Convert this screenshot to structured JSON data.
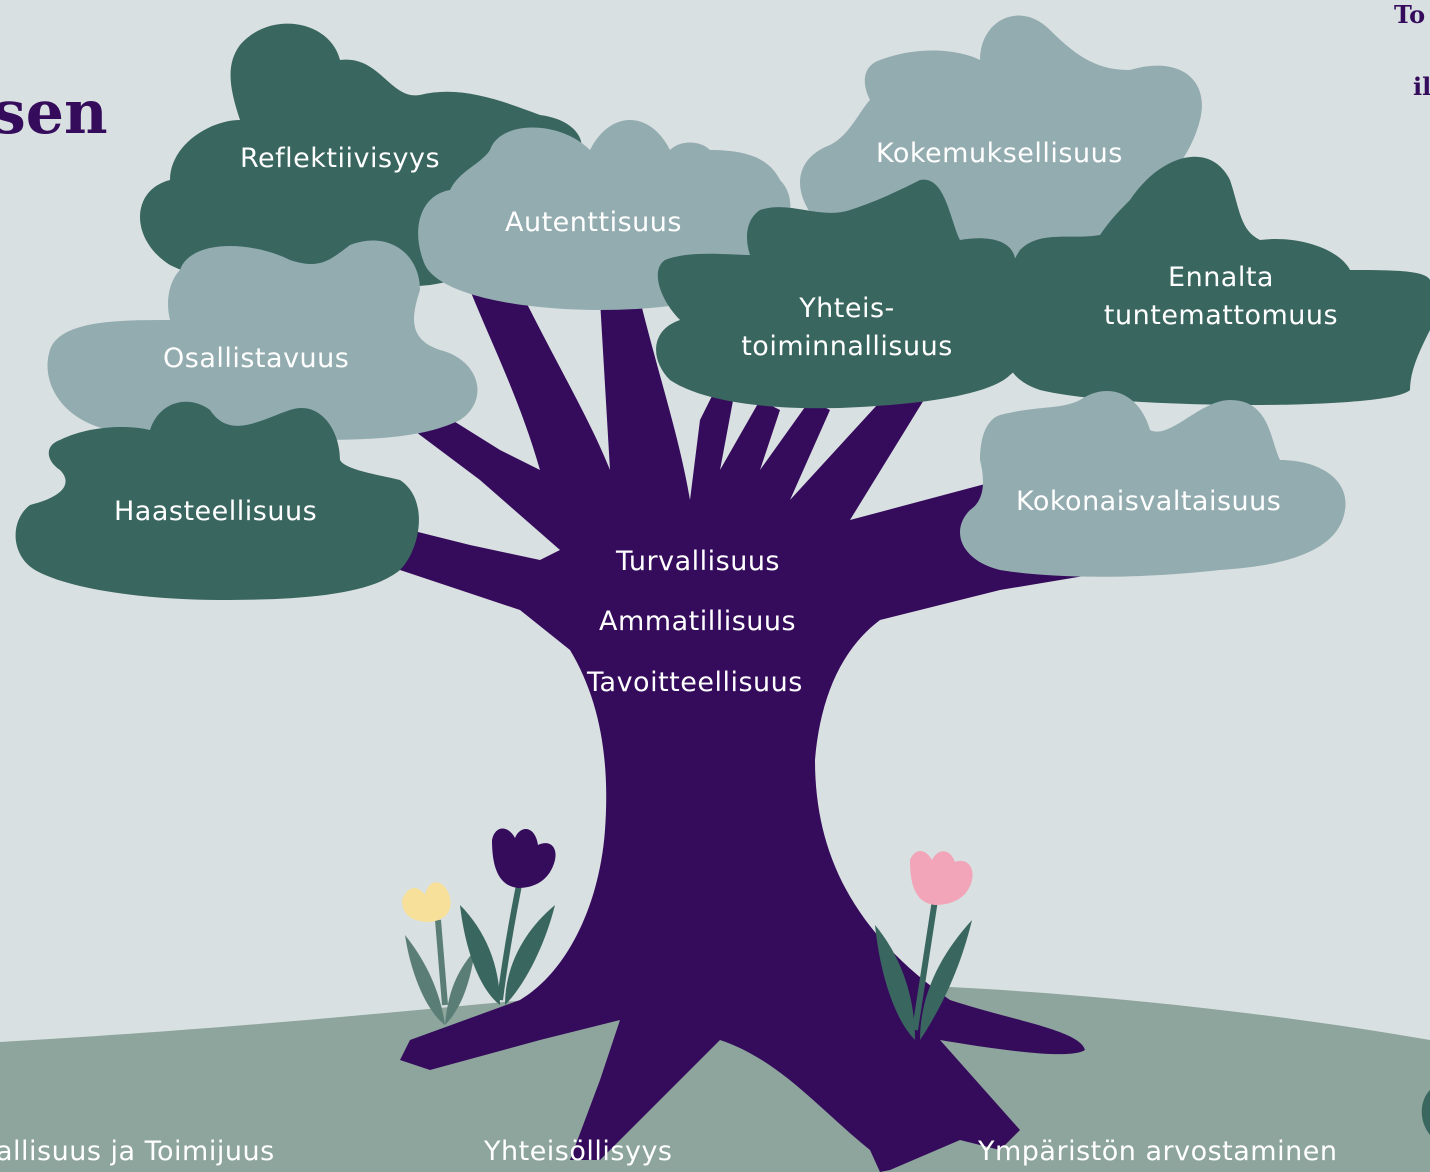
{
  "heading": {
    "title_fragment": "sen",
    "top_right_1": "To",
    "top_right_2": "il"
  },
  "foliage": {
    "reflektiivisyys": "Reflektiivisyys",
    "autenttisuus": "Autenttisuus",
    "kokemuksellisuus": "Kokemuksellisuus",
    "osallistavuus": "Osallistavuus",
    "yhteistoiminnallisuus_1": "Yhteis-",
    "yhteistoiminnallisuus_2": "toiminnallisuus",
    "ennalta_1": "Ennalta",
    "ennalta_2": "tuntemattomuus",
    "haasteellisuus": "Haasteellisuus",
    "kokonaisvaltaisuus": "Kokonaisvaltaisuus"
  },
  "trunk": {
    "turvallisuus": "Turvallisuus",
    "ammatillisuus": "Ammatillisuus",
    "tavoitteellisuus": "Tavoitteellisuus"
  },
  "roots": {
    "left": "allisuus ja Toimijuus",
    "center": "Yhteisöllisyys",
    "right": "Ympäristön arvostaminen"
  },
  "colors": {
    "background": "#d9e0e1",
    "dark_green": "#39665f",
    "light_sage": "#93acb0",
    "trunk_purple": "#350b5c",
    "ground": "#8da59c",
    "yellow_flower": "#f7e09a",
    "pink_flower": "#f2a5b8"
  }
}
